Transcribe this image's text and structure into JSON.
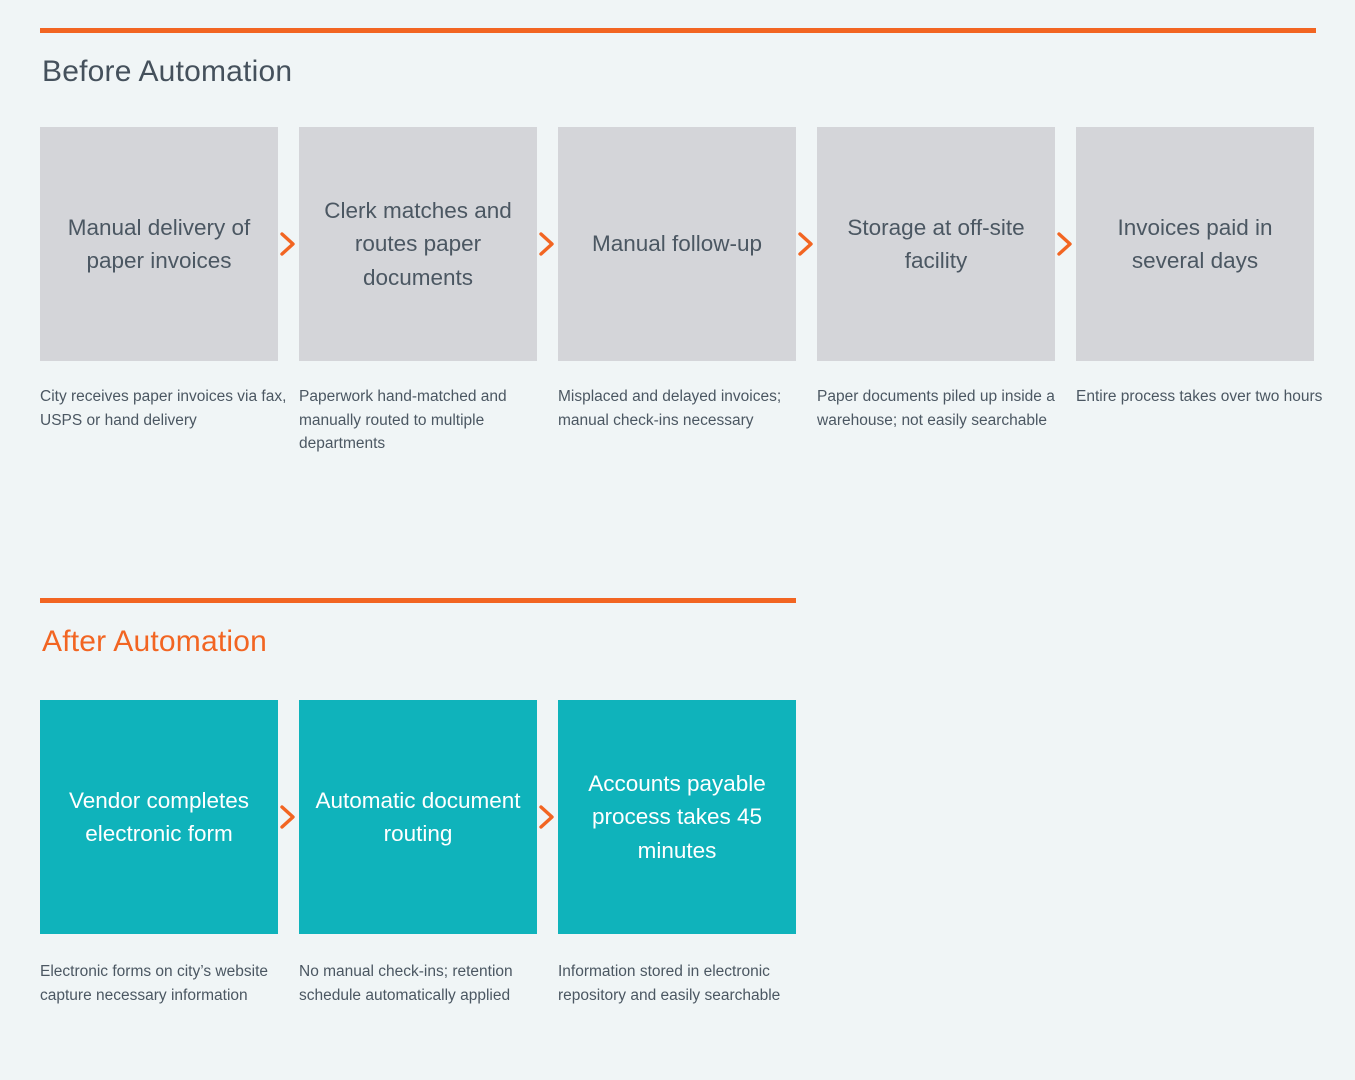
{
  "page": {
    "background_color": "#f0f5f6",
    "accent_color": "#f26522",
    "gray_box_color": "#d4d5d9",
    "teal_box_color": "#0fb3bb",
    "text_color": "#4b5762"
  },
  "sections": [
    {
      "id": "before",
      "heading": "Before Automation",
      "heading_color": "#45515c",
      "box_color": "#d4d5d9",
      "steps": [
        {
          "title": "Manual delivery of paper invoices",
          "caption": "City receives paper invoices via fax, USPS or hand delivery"
        },
        {
          "title": "Clerk matches and routes paper documents",
          "caption": "Paperwork hand-matched and manually routed to multiple departments"
        },
        {
          "title": "Manual follow-up",
          "caption": "Misplaced and delayed invoices; manual check-ins necessary"
        },
        {
          "title": "Storage at off-site facility",
          "caption": "Paper documents piled up inside a warehouse; not easily searchable"
        },
        {
          "title": "Invoices paid in several days",
          "caption": "Entire process takes over two hours"
        }
      ]
    },
    {
      "id": "after",
      "heading": "After Automation",
      "heading_color": "#f26522",
      "box_color": "#0fb3bb",
      "steps": [
        {
          "title": "Vendor completes electronic form",
          "caption": "Electronic forms on city’s website capture necessary information"
        },
        {
          "title": "Automatic document routing",
          "caption": "No manual check-ins; retention schedule automatically applied"
        },
        {
          "title": "Accounts payable process takes 45 minutes",
          "caption": "Information stored in electronic repository and easily searchable"
        }
      ]
    }
  ],
  "icons": {
    "chevron": "chevron-right-icon"
  }
}
